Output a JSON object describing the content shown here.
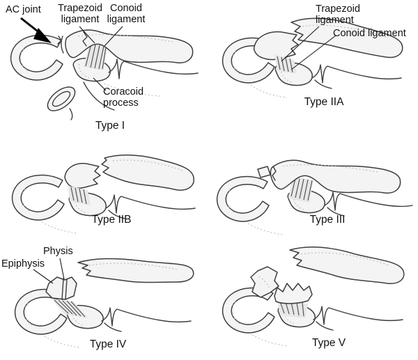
{
  "colors": {
    "background": "#ffffff",
    "ink": "#1a1a1a",
    "bone_fill": "#f4f4f4"
  },
  "panels": {
    "type1": {
      "caption": "Type I",
      "labels": {
        "ac_joint": "AC joint",
        "trapezoid_ligament": "Trapezoid ligament",
        "conoid_ligament": "Conoid ligament",
        "coracoid_process": "Coracoid process"
      }
    },
    "type2a": {
      "caption": "Type IIA",
      "labels": {
        "trapezoid_ligament": "Trapezoid ligament",
        "conoid_ligament": "Conoid ligament"
      }
    },
    "type2b": {
      "caption": "Type IIB"
    },
    "type3": {
      "caption": "Type III"
    },
    "type4": {
      "caption": "Type IV",
      "labels": {
        "physis": "Physis",
        "epiphysis": "Epiphysis"
      }
    },
    "type5": {
      "caption": "Type V"
    }
  }
}
